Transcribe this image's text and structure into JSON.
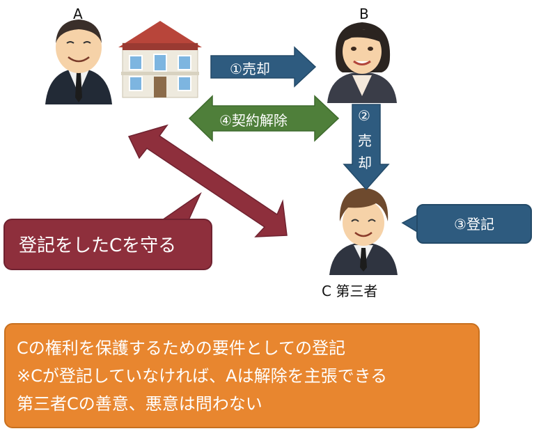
{
  "people": {
    "a_label": "A",
    "b_label": "B",
    "c_label": "C 第三者"
  },
  "arrows": {
    "sale_ab": "①売却",
    "contract_cancel": "④契約解除",
    "sale_bc_line1": "②",
    "sale_bc_line2": "売",
    "sale_bc_line3": "却"
  },
  "callouts": {
    "protect_c": "登記をしたCを守る",
    "registration": "③登記"
  },
  "summary": {
    "line1": "Cの権利を保護するための要件としての登記",
    "line2": "※Cが登記していなければ、Aは解除を主張できる",
    "line3": "第三者Cの善意、悪意は問わない"
  },
  "colors": {
    "blue_arrow": "#2e5b7f",
    "green_arrow": "#4f7f3a",
    "red": "#8e2f3c",
    "orange": "#e8862f"
  }
}
